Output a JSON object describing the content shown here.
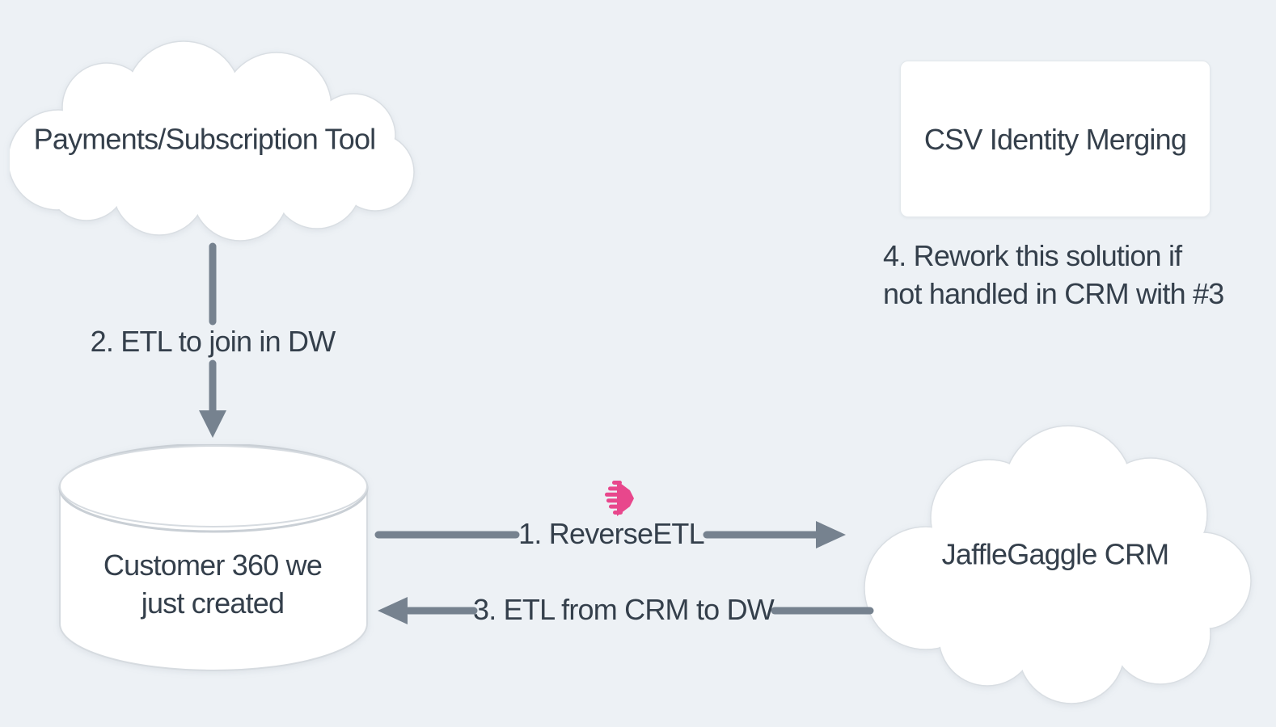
{
  "diagram": {
    "background_color": "#EDF1F5",
    "text_color": "#343F4B",
    "arrow_color": "#76828F",
    "shape_fill": "#FFFFFF",
    "shape_stroke": "#D9DEE3",
    "accent_pink_color": "#E8478C",
    "nodes": {
      "payments": {
        "shape": "cloud",
        "label": "Payments/Subscription Tool"
      },
      "csv_identity": {
        "shape": "rectangle",
        "label": "CSV Identity Merging"
      },
      "customer360": {
        "shape": "database-cylinder",
        "label_lines": [
          "Customer 360 we",
          "just created"
        ]
      },
      "crm": {
        "shape": "cloud",
        "label": "JaffleGaggle CRM"
      }
    },
    "edges": {
      "reverse_etl": {
        "label": "1. ReverseETL",
        "from": "customer360",
        "to": "crm",
        "direction": "right",
        "icon": "pink-reverse-etl-tool-icon"
      },
      "etl_join": {
        "label": "2. ETL to join in DW",
        "from": "payments",
        "to": "customer360",
        "direction": "down"
      },
      "etl_from_crm": {
        "label": "3. ETL from CRM to DW",
        "from": "crm",
        "to": "customer360",
        "direction": "left"
      }
    },
    "notes": {
      "rework": {
        "lines": [
          "4. Rework this solution if",
          "not handled in CRM with #3"
        ]
      }
    }
  }
}
